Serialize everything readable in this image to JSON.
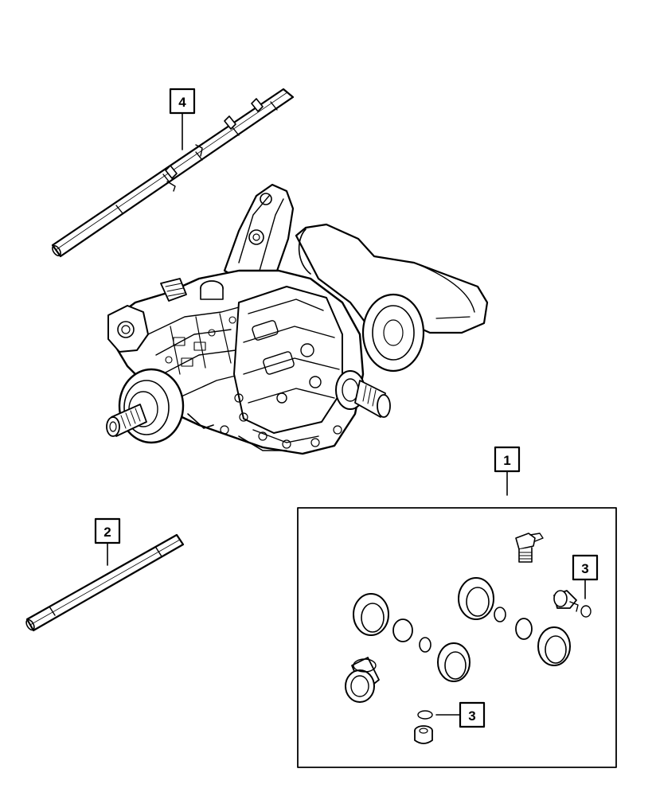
{
  "callouts": {
    "c1": {
      "label": "1"
    },
    "c2": {
      "label": "2"
    },
    "c3a": {
      "label": "3"
    },
    "c3b": {
      "label": "3"
    },
    "c4": {
      "label": "4"
    }
  },
  "colors": {
    "ink": "#000000",
    "paper": "#ffffff"
  }
}
